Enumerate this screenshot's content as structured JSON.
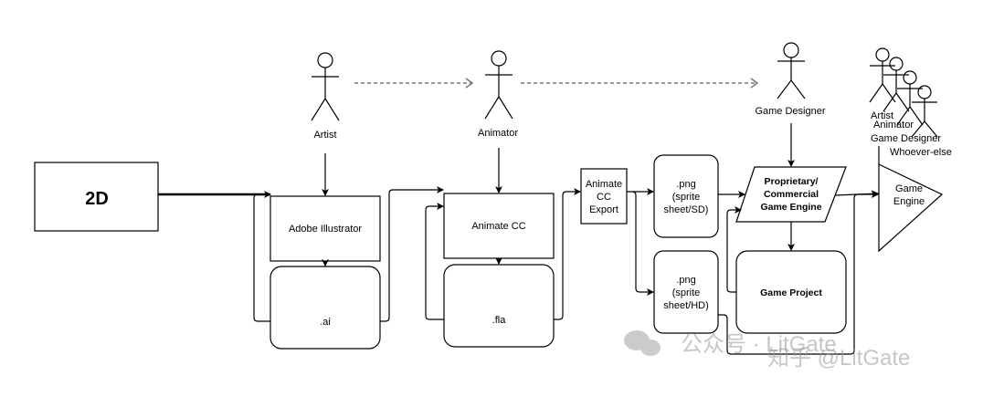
{
  "actors": {
    "artist": "Artist",
    "animator": "Animator",
    "game_designer": "Game Designer",
    "group": [
      "Artist",
      "Animator",
      "Game Designer",
      "Whoever-else"
    ]
  },
  "nodes": {
    "two_d": "2D",
    "illustrator": "Adobe Illustrator",
    "ai_file": ".ai",
    "animate_cc": "Animate CC",
    "fla_file": ".fla",
    "export": [
      "Animate",
      "CC",
      "Export"
    ],
    "png_sd": [
      ".png",
      "(sprite",
      "sheet/SD)"
    ],
    "png_hd": [
      ".png",
      "(sprite",
      "sheet/HD)"
    ],
    "engine": [
      "Proprietary/",
      "Commercial",
      "Game Engine"
    ],
    "game_project": "Game Project",
    "game_engine": [
      "Game",
      "Engine"
    ]
  },
  "watermark": {
    "wechat": "公众号 · LitGate",
    "zhihu": "知乎 @LitGate"
  }
}
